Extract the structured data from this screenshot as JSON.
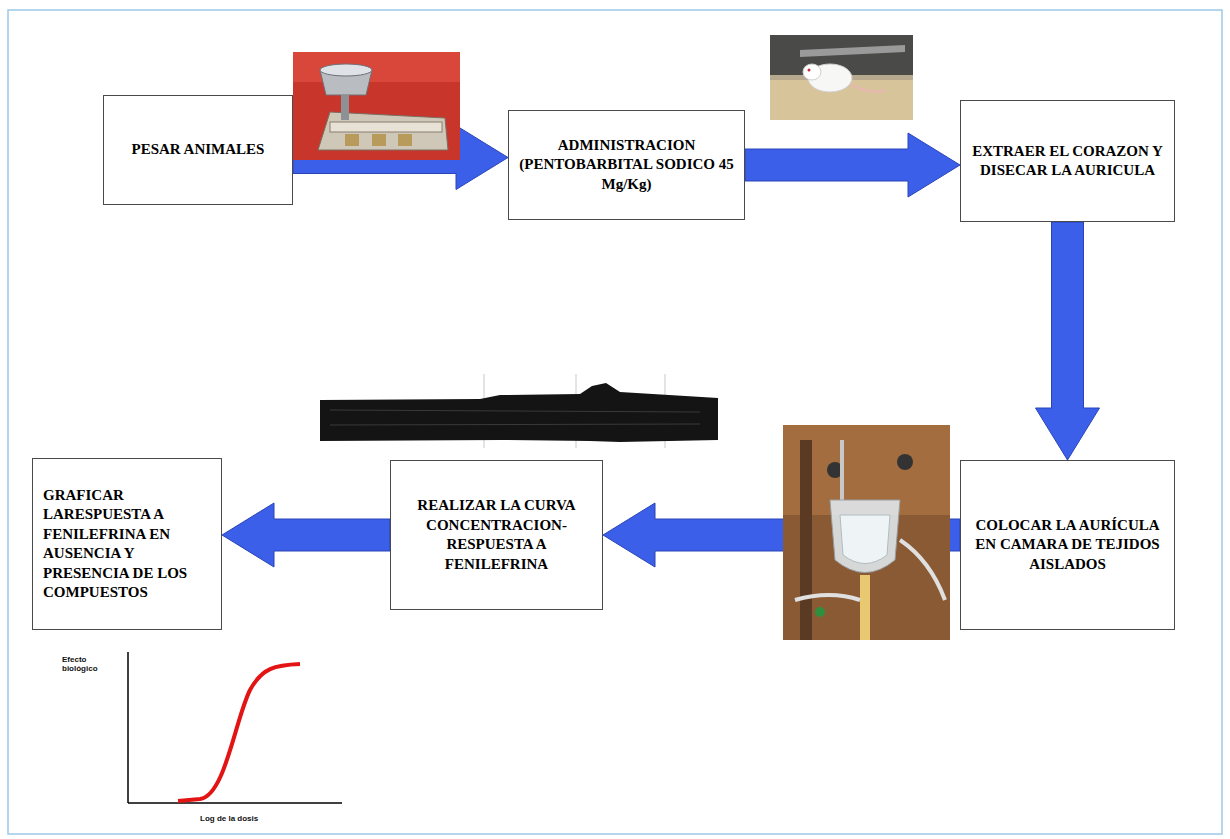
{
  "diagram": {
    "nodes": [
      {
        "text": [
          "PESAR ANIMALES"
        ]
      },
      {
        "text": [
          "ADMINISTRACION (PENTOBARBITAL SODICO 45 Mg/Kg)"
        ]
      },
      {
        "text": [
          "EXTRAER EL CORAZON Y DISECAR LA AURICULA"
        ]
      },
      {
        "text": [
          "COLOCAR LA AURÍCULA EN CAMARA DE TEJIDOS AISLADOS"
        ]
      },
      {
        "text": [
          "REALIZAR LA CURVA CONCENTRACION-RESPUESTA A FENILEFRINA"
        ]
      },
      {
        "text": [
          "GRAFICAR LARESPUESTA A FENILEFRINA EN AUSENCIA Y PRESENCIA DE LOS COMPUESTOS"
        ]
      }
    ],
    "edges": [
      {
        "from": 0,
        "to": 1,
        "arrow": "to"
      },
      {
        "from": 1,
        "to": 2,
        "arrow": "to"
      },
      {
        "from": 2,
        "to": 3,
        "arrow": "to"
      },
      {
        "from": 3,
        "to": 4,
        "arrow": "to"
      },
      {
        "from": 4,
        "to": 5,
        "arrow": "to"
      }
    ],
    "labels": [
      "Efecto biológico",
      "Log de la dosis"
    ]
  }
}
